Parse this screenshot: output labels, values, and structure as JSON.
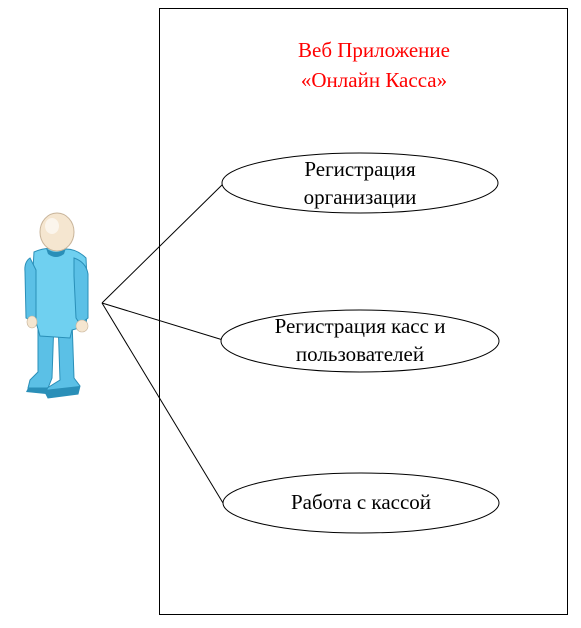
{
  "system": {
    "title_line1": "Веб Приложение",
    "title_line2": "«Онлайн Касса»",
    "title_color": "#ff0000"
  },
  "actor": {
    "icon": "person-icon",
    "body_color": "#66ccee",
    "head_color": "#f5e6d0"
  },
  "use_cases": [
    {
      "line1": "Регистрация",
      "line2": "организации"
    },
    {
      "line1": "Регистрация касс и",
      "line2": "пользователей"
    },
    {
      "line1": "Работа с кассой",
      "line2": ""
    }
  ]
}
